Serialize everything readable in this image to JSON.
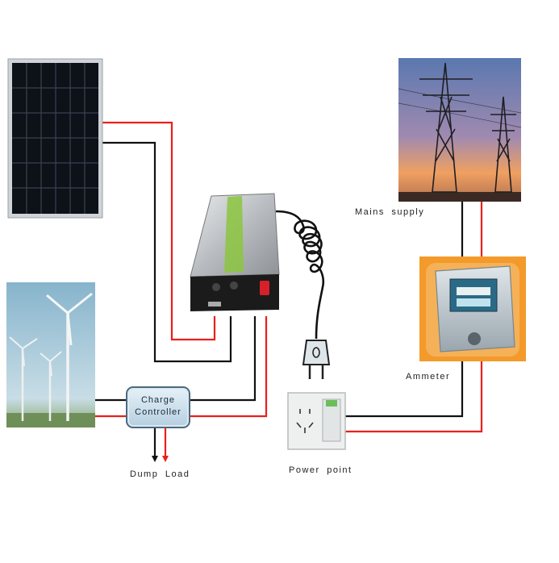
{
  "labels": {
    "mains_supply": "Mains  supply",
    "ammeter": "Ammeter",
    "power_point": "Power  point",
    "dump_load": "Dump  Load",
    "charge_line1": "Charge",
    "charge_line2": "Controller"
  },
  "colors": {
    "positive_wire": "#e8201c",
    "negative_wire": "#111111",
    "panel_frame": "#c8ccd0",
    "panel_cell": "#10141c",
    "sky": "#9cc4d8",
    "inverter_body": "#c8cbcf",
    "inverter_accent": "#8cc63f",
    "meter_bg": "#f39a2b"
  },
  "icons": {
    "solar_panel": "solar-panel-icon",
    "wind_turbine": "wind-turbine-icon",
    "inverter": "inverter-icon",
    "transmission_tower": "transmission-tower-icon",
    "electric_meter": "electric-meter-icon",
    "plug": "plug-icon",
    "power_socket": "power-socket-icon"
  }
}
